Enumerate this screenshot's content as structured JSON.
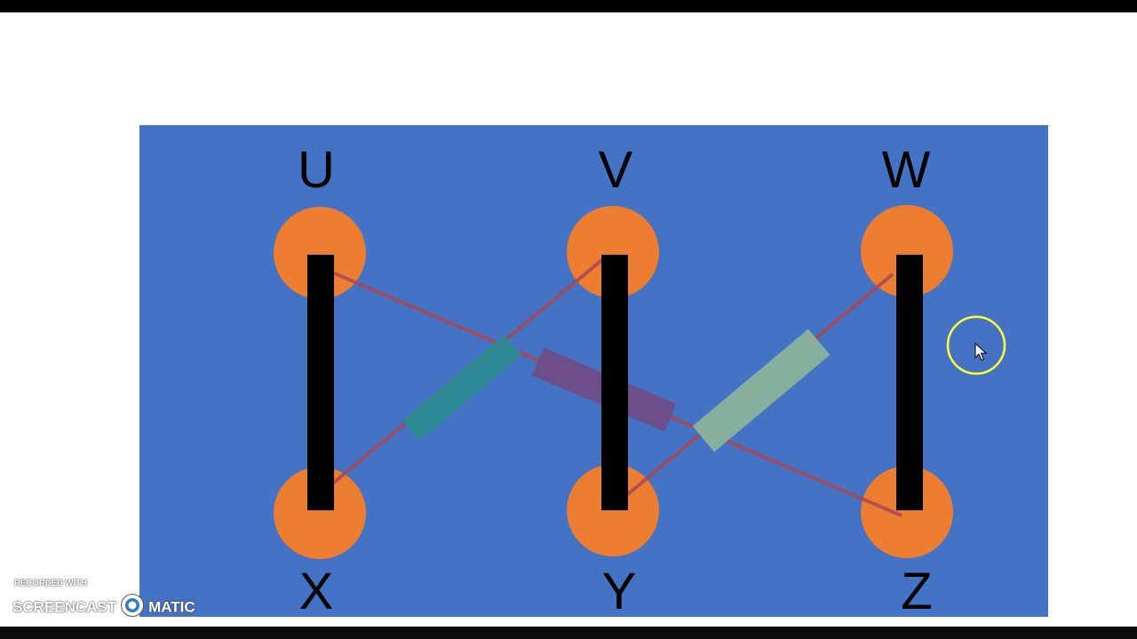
{
  "colors": {
    "background": "#4472c4",
    "node": "#ed7d31",
    "bar": "#000000",
    "label": "#000000",
    "connector": "#a84855",
    "teal_component": "#2a8c92",
    "purple_component": "#6f4c87",
    "sage_component": "#8ab39c",
    "cursor_ring": "#ffff33"
  },
  "labels": {
    "top": [
      "U",
      "V",
      "W"
    ],
    "bottom": [
      "X",
      "Y",
      "Z"
    ]
  },
  "watermark": {
    "recorded_with": "RECORDED WITH",
    "brand_left": "SCREENCAST",
    "brand_right": "MATIC"
  },
  "icons": {
    "cursor": "mouse-pointer-icon",
    "logo": "screencast-o-matic-logo-icon"
  }
}
